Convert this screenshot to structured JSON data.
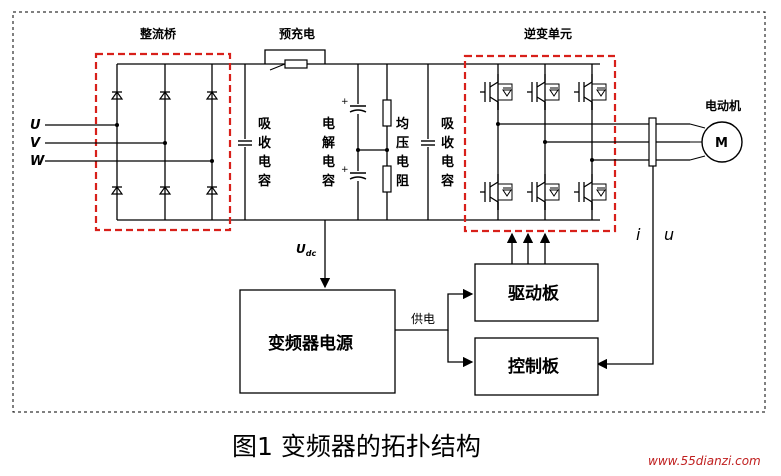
{
  "blocks": {
    "rectifier": "整流桥",
    "precharge": "预充电",
    "inverter": "逆变单元",
    "motor_label": "电动机",
    "motor_symbol": "M",
    "absorb_cap_1": "吸收电容",
    "electrolytic_cap": "电解电容",
    "balance_res": "均压电阻",
    "absorb_cap_2": "吸收电容",
    "driver_board": "驱动板",
    "control_board": "控制板",
    "power_supply": "变频器电源",
    "supply_label": "供电"
  },
  "signals": {
    "phase_u": "U",
    "phase_v": "V",
    "phase_w": "W",
    "udc_main": "U",
    "udc_sub": "dc",
    "current": "i",
    "voltage": "u"
  },
  "caption": "图1  变频器的拓扑结构",
  "watermark": "www.55dianzi.com",
  "colors": {
    "dashed_box": "#d8201a",
    "line": "#000000",
    "background": "#ffffff"
  }
}
